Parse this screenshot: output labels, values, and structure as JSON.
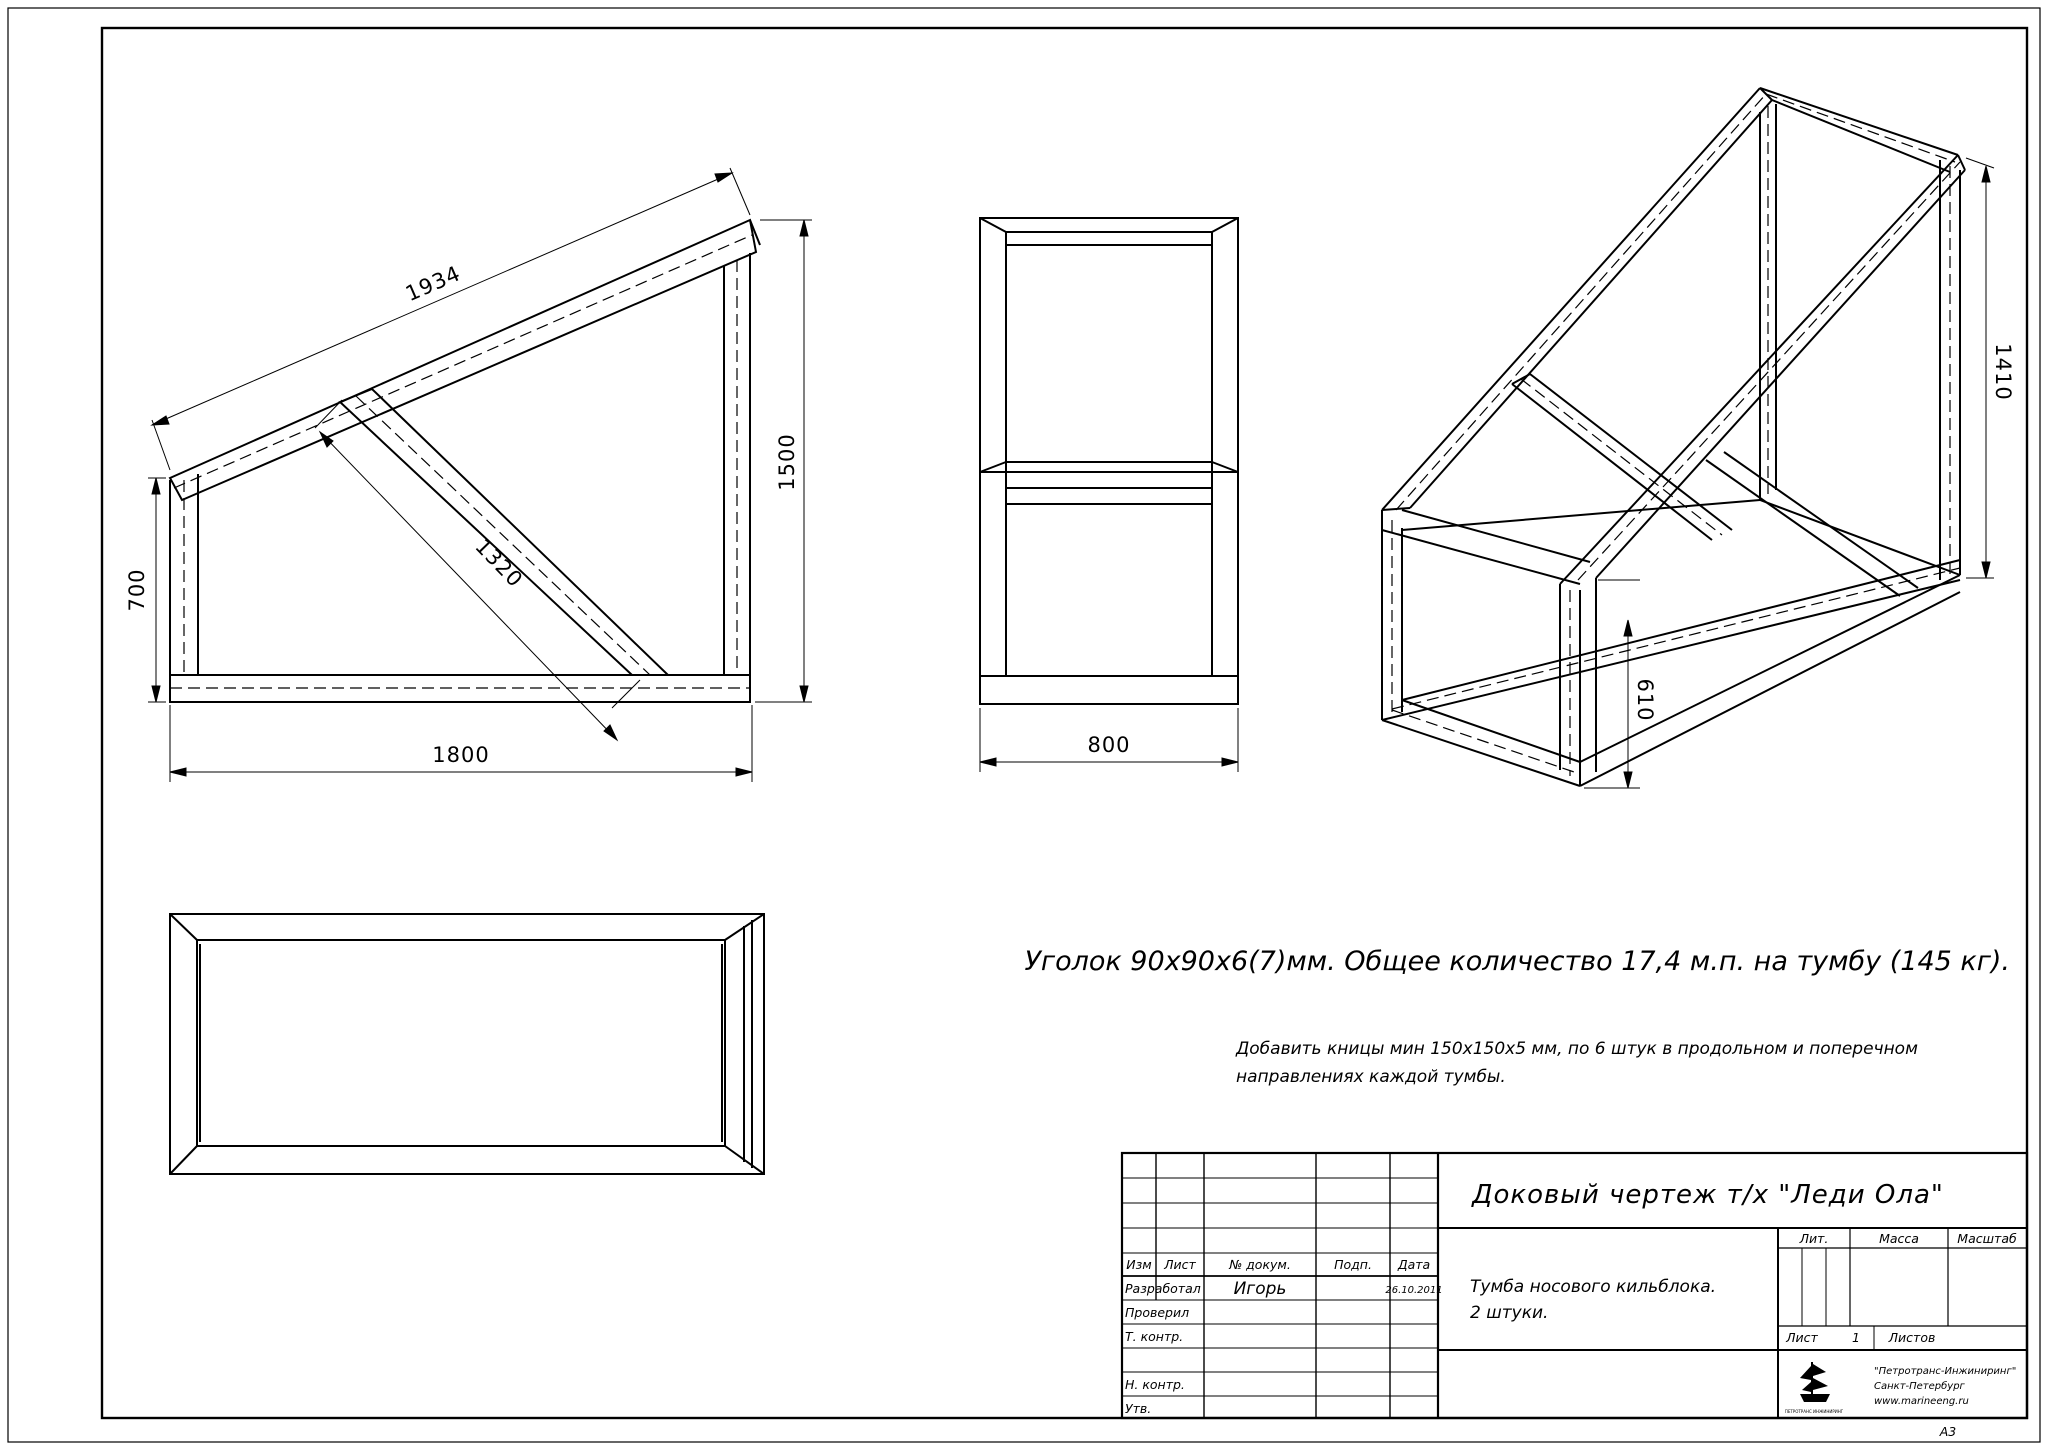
{
  "dimensions": {
    "side_length": "1800",
    "side_slope": "1934",
    "side_brace": "1320",
    "side_front_height": "700",
    "side_rear_height": "1500",
    "end_width": "800",
    "iso_height": "1410",
    "iso_low_height": "610"
  },
  "notes": {
    "material": "Уголок 90х90х6(7)мм. Общее количество 17,4 м.п. на тумбу (145 кг).",
    "gussets_line1": "Добавить кницы мин 150х150х5 мм, по 6 штук в продольном и поперечном",
    "gussets_line2": "направлениях каждой тумбы."
  },
  "title_block": {
    "drawing_title": "Доковый чертеж т/х \"Леди Ола\"",
    "part_name_line1": "Тумба носового кильблока.",
    "part_name_line2": "2 штуки.",
    "headers": {
      "izm": "Изм",
      "list": "Лист",
      "doc_no": "№ докум.",
      "sign": "Подп.",
      "date": "Дата",
      "lit": "Лит.",
      "mass": "Масса",
      "scale": "Масштаб",
      "sheet": "Лист",
      "sheet_no": "1",
      "sheets": "Листов"
    },
    "rows": {
      "developed": "Разработал",
      "developer_name": "Игорь",
      "developed_date": "26.10.2011",
      "checked": "Проверил",
      "t_control": "Т. контр.",
      "n_control": "Н. контр.",
      "approved": "Утв."
    },
    "company_line1": "\"Петротранс-Инжиниринг\"",
    "company_line2": "Санкт-Петербург",
    "company_line3": "www.marineeng.ru",
    "logo_text": "ПЕТРОТРАНС ИНЖИНИРИНГ",
    "format": "А3"
  }
}
